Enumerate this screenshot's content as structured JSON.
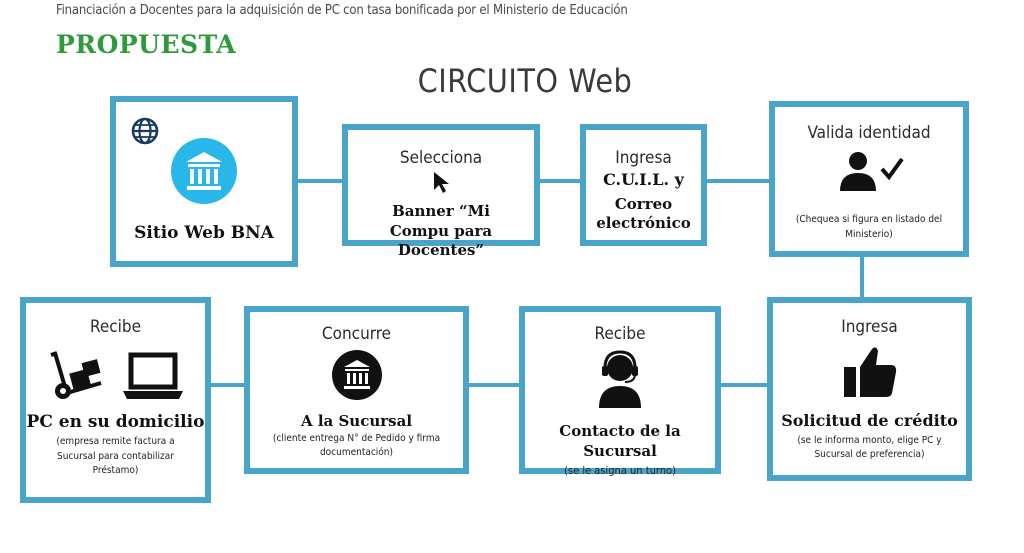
{
  "header": {
    "caption": "Financiación a Docentes para la adquisición de PC con tasa bonificada por el Ministerio de Educación",
    "proposal": "PROPUESTA",
    "title": "CIRCUITO Web"
  },
  "steps": {
    "sitio": {
      "main": "Sitio Web BNA",
      "icons": [
        "globe-icon",
        "bank-icon"
      ]
    },
    "selecciona": {
      "head": "Selecciona",
      "main": "Banner “Mi Compu para Docentes”",
      "icon": "cursor-icon"
    },
    "ingresa_cuil": {
      "head": "Ingresa",
      "main": "C.U.I.L. y",
      "main2": "Correo electrónico"
    },
    "valida": {
      "head": "Valida identidad",
      "note": "(Chequea si figura en listado del Ministerio)",
      "icon": "user-check-icon"
    },
    "ingresa_solicitud": {
      "head": "Ingresa",
      "main": "Solicitud de crédito",
      "note": "(se le informa monto, elige PC y Sucursal de preferencia)",
      "icon": "thumbs-up-icon"
    },
    "recibe_contacto": {
      "head": "Recibe",
      "main": "Contacto de la Sucursal",
      "note": "(se le asigna un turno)",
      "icon": "support-agent-icon"
    },
    "concurre": {
      "head": "Concurre",
      "main": "A la Sucursal",
      "note": "(cliente entrega N° de Pedido y firma documentación)",
      "icon": "bank-circle-icon"
    },
    "recibe_pc": {
      "head": "Recibe",
      "main": "PC en su domicilio",
      "note": "(empresa remite factura a Sucursal para contabilizar Préstamo)",
      "icons": [
        "hand-truck-icon",
        "laptop-icon"
      ]
    }
  },
  "colors": {
    "border": "#4aa3c9",
    "icon_circle": "#29b6e8",
    "proposal": "#2f9a3a"
  }
}
